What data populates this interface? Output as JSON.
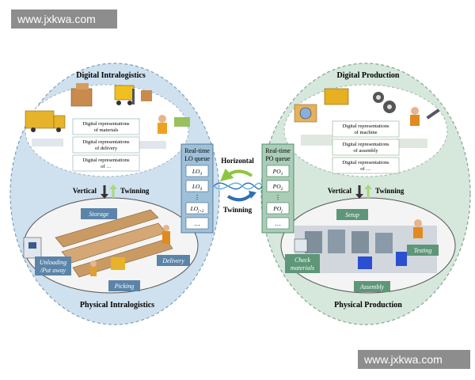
{
  "watermark": {
    "top": "www.jxkwa.com",
    "bottom": "www.jxkwa.com"
  },
  "colors": {
    "left_fill": "#cfe1ee",
    "right_fill": "#d6e7dc",
    "inner_fill": "#ffffff",
    "queue_left": "#9ec0d8",
    "queue_right": "#a9cdb7",
    "label_box": "#5b84a8",
    "label_box_right": "#5e9678",
    "arrow_green": "#8cc63f",
    "arrow_blue": "#2f6fb4"
  },
  "left": {
    "digital_title": "Digital Intralogistics",
    "physical_title": "Physical Intralogistics",
    "representations": [
      {
        "line1": "Digital representations",
        "line2": "of materials"
      },
      {
        "line1": "Digital representations",
        "line2": "of delivery"
      },
      {
        "line1": "Digital representations",
        "line2": "of …"
      }
    ],
    "activities": [
      "Storage",
      "Unloading",
      "/Put away",
      "Delivery",
      "Picking"
    ],
    "queue_title_1": "Real-time",
    "queue_title_2": "LO queue",
    "queue_items": [
      {
        "base": "LO",
        "sub": "3"
      },
      {
        "base": "LO",
        "sub": "4"
      },
      {
        "base": "⋮",
        "sub": ""
      },
      {
        "base": "LO",
        "sub": "j+2"
      },
      {
        "base": "…",
        "sub": ""
      }
    ]
  },
  "right": {
    "digital_title": "Digital Production",
    "physical_title": "Physical Production",
    "representations": [
      {
        "line1": "Digital representations",
        "line2": "of machine"
      },
      {
        "line1": "Digital representations",
        "line2": "of assembly"
      },
      {
        "line1": "Digital representations",
        "line2": "of …"
      }
    ],
    "activities": [
      "Setup",
      "Check",
      "materials",
      "Testing",
      "Assembly"
    ],
    "queue_title_1": "Real-time",
    "queue_title_2": "PO queue",
    "queue_items": [
      {
        "base": "PO",
        "sub": "1"
      },
      {
        "base": "PO",
        "sub": "2"
      },
      {
        "base": "⋮",
        "sub": ""
      },
      {
        "base": "PO",
        "sub": "j"
      },
      {
        "base": "…",
        "sub": ""
      }
    ]
  },
  "center": {
    "horizontal_label": "Horizontal",
    "twinning_label": "Twinning",
    "vertical_left": "Vertical",
    "twinning_left": "Twinning",
    "vertical_right": "Vertical",
    "twinning_right": "Twinning"
  }
}
